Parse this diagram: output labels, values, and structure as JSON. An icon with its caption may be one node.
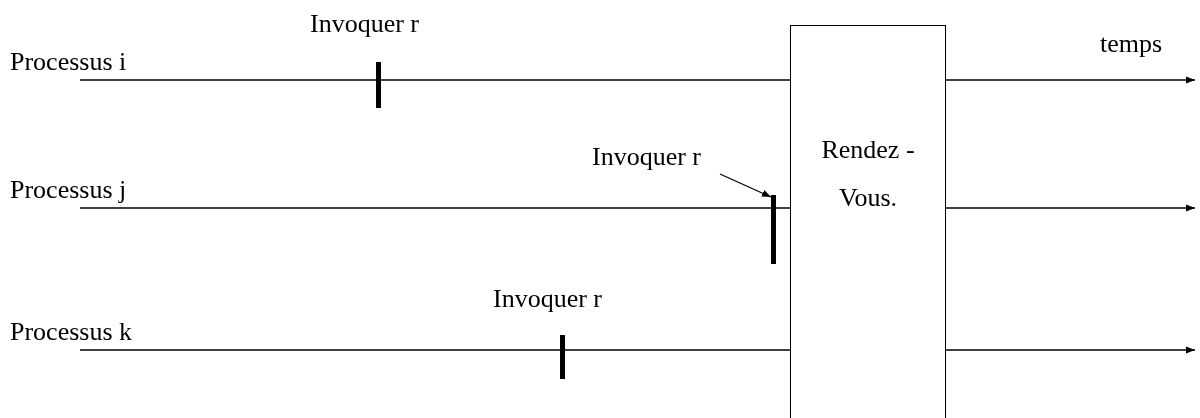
{
  "diagram": {
    "nodes": [
      {
        "text": [
          "Processus i"
        ]
      },
      {
        "text": [],
        "shape": "bar"
      },
      {
        "text": [
          "Rendez - Vous."
        ]
      },
      {
        "text": [
          "Invoquer r"
        ]
      },
      {
        "text": [
          "Processus j"
        ]
      },
      {
        "text": [],
        "shape": "bar"
      },
      {
        "text": [
          "Processus k"
        ]
      },
      {
        "text": [],
        "shape": "bar"
      }
    ],
    "edges": [
      {
        "from": 0,
        "to": 2,
        "arrow": "none"
      },
      {
        "from": 2,
        "to": null,
        "arrow": "to"
      },
      {
        "from": 3,
        "to": 5,
        "arrow": "to"
      },
      {
        "from": 4,
        "to": 2,
        "arrow": "none"
      },
      {
        "from": 2,
        "to": null,
        "arrow": "to"
      },
      {
        "from": 6,
        "to": 2,
        "arrow": "none"
      },
      {
        "from": 2,
        "to": null,
        "arrow": "to"
      }
    ],
    "labels": [
      "Invoquer r",
      "temps",
      "Invoquer r"
    ]
  }
}
